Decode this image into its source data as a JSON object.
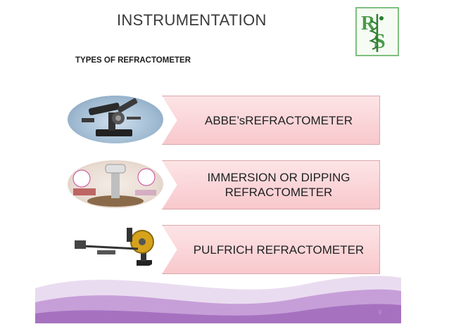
{
  "slide": {
    "title": "INSTRUMENTATION",
    "subtitle": "TYPES OF REFRACTOMETER",
    "page_number": "9"
  },
  "items": [
    {
      "label": "ABBE’sREFRACTOMETER",
      "image": "abbe-refractometer-image"
    },
    {
      "label": "IMMERSION OR DIPPING\nREFRACTOMETER",
      "image": "immersion-refractometer-image"
    },
    {
      "label": "PULFRICH REFRACTOMETER",
      "image": "pulfrich-refractometer-image"
    }
  ],
  "colors": {
    "panel_fill": "#f8c8cc",
    "panel_border": "#d9a7ab",
    "wave_purple": "#b07cc6",
    "logo_green": "#4a9a4a"
  }
}
